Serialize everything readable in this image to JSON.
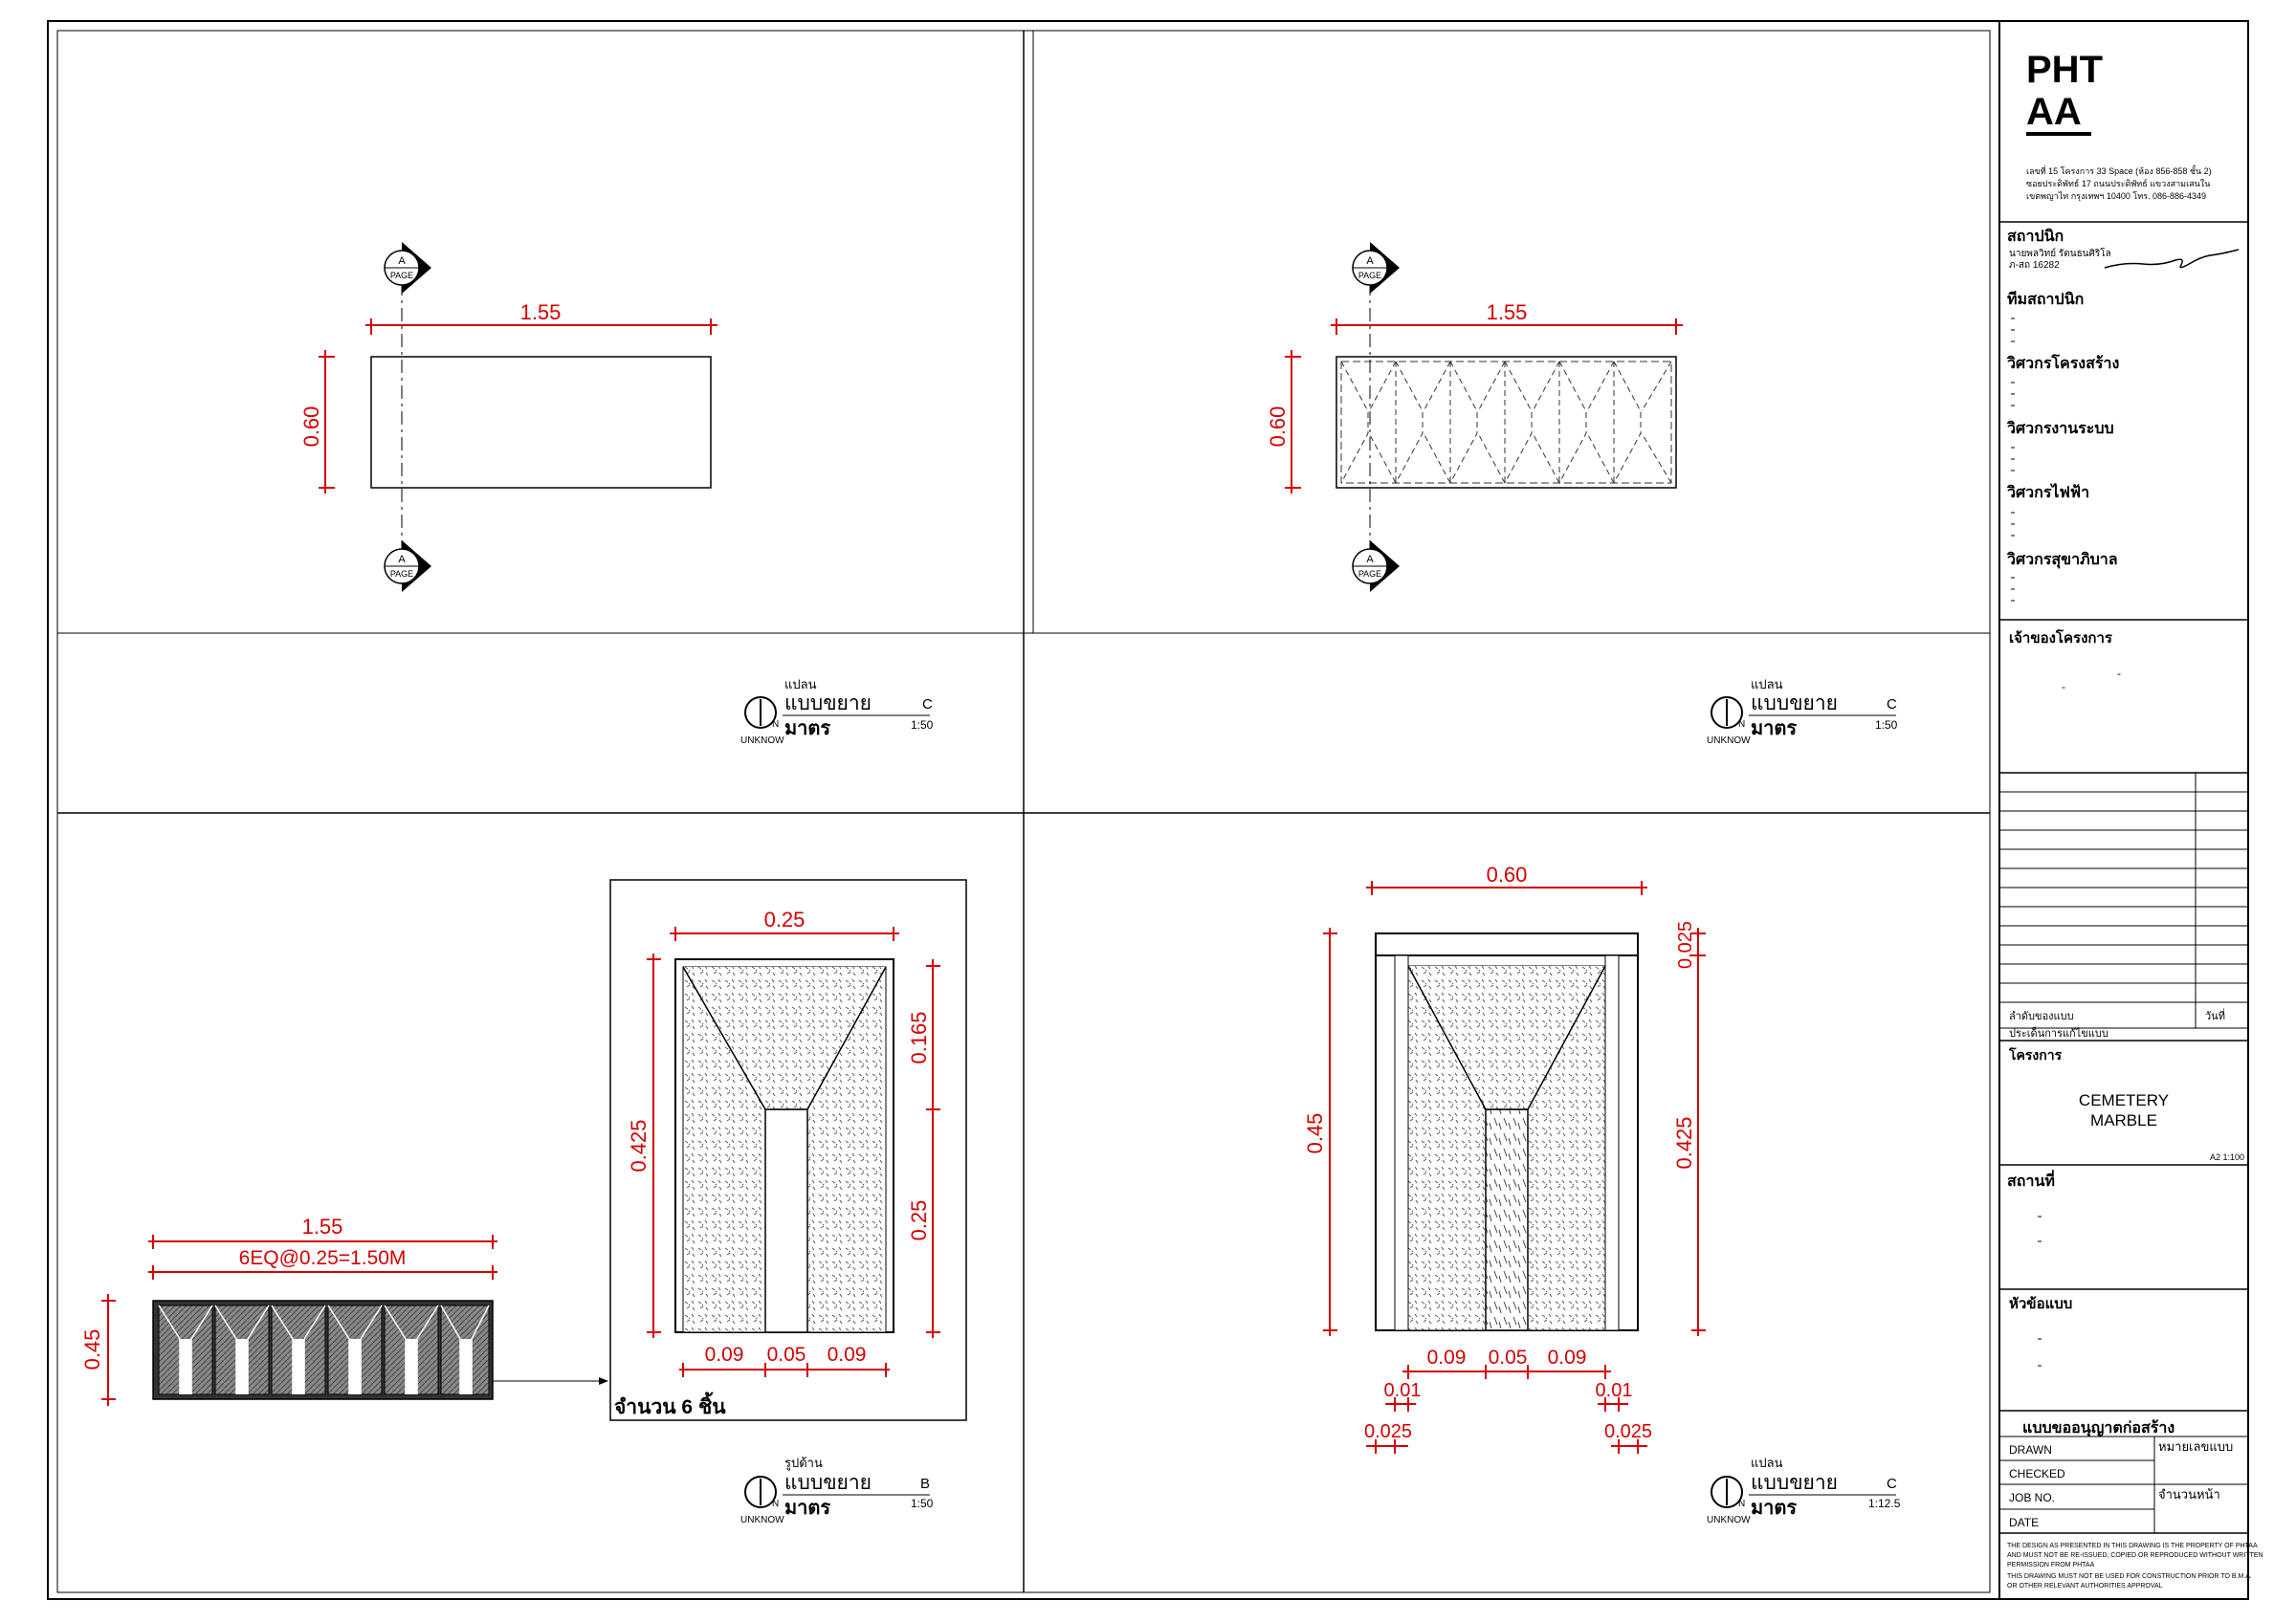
{
  "panels": {
    "plan_a": {
      "dim_width": "1.55",
      "dim_height": "0.60",
      "section_mark_letter": "A",
      "section_mark_label": "PAGE",
      "title_small": "แปลน",
      "title_main": "แบบขยาย",
      "title_id": "C",
      "title_sub": "มาตร",
      "scale": "1:50",
      "north_label": "UNKNOW",
      "north_letter": "N"
    },
    "plan_b": {
      "dim_width": "1.55",
      "dim_height": "0.60",
      "section_mark_letter": "A",
      "section_mark_label": "PAGE",
      "title_small": "แปลน",
      "title_main": "แบบขยาย",
      "title_id": "C",
      "title_sub": "มาตร",
      "scale": "1:50",
      "north_label": "UNKNOW",
      "north_letter": "N"
    },
    "elevation": {
      "dim_total": "1.55",
      "dim_spacing": "6EQ@0.25=1.50M",
      "dim_height": "0.45",
      "detail_width": "0.25",
      "detail_height": "0.425",
      "detail_upper": "0.165",
      "detail_lower": "0.25",
      "detail_b1": "0.09",
      "detail_b2": "0.05",
      "detail_b3": "0.09",
      "quantity_note": "จำนวน 6 ชิ้น",
      "title_small": "รูปด้าน",
      "title_main": "แบบขยาย",
      "title_id": "B",
      "title_sub": "มาตร",
      "scale": "1:50",
      "north_label": "UNKNOW",
      "north_letter": "N"
    },
    "section": {
      "dim_top": "0.60",
      "dim_cap": "0.025",
      "dim_left": "0.45",
      "dim_right": "0.425",
      "dim_b1": "0.09",
      "dim_b2": "0.05",
      "dim_b3": "0.09",
      "dim_small_l": "0.01",
      "dim_small_r": "0.01",
      "dim_edge_l": "0.025",
      "dim_edge_r": "0.025",
      "title_small": "แปลน",
      "title_main": "แบบขยาย",
      "title_id": "C",
      "title_sub": "มาตร",
      "scale": "1:12.5",
      "north_label": "UNKNOW",
      "north_letter": "N"
    }
  },
  "title_block": {
    "logo_line1": "PHT",
    "logo_line2": "AA",
    "address_line1": "เลขที่ 15 โครงการ 33 Space (ห้อง 856-858 ชั้น 2)",
    "address_line2": "ซอยประดิพัทธ์ 17 ถนนประดิพัทธ์ แขวงสามเสนใน",
    "address_line3": "เขตพญาไท กรุงเทพฯ 10400   โทร. 086-886-4349",
    "architect_heading": "สถาปนิก",
    "architect_name": "นายพลวิทย์ รัตนธนศิริโล",
    "architect_license": "ภ-สถ 16282",
    "team_heading": "ทีมสถาปนิก",
    "structural_heading": "วิศวกรโครงสร้าง",
    "systems_heading": "วิศวกรงานระบบ",
    "electrical_heading": "วิศวกรไฟฟ้า",
    "sanitary_heading": "วิศวกรสุขาภิบาล",
    "owner_heading": "เจ้าของโครงการ",
    "owner_dash": "-",
    "revision_label": "ลำดับของแบบ",
    "revision_date_label": "วันที่",
    "revision_desc_label": "ประเด็นการแก้ไขแบบ",
    "project_heading": "โครงการ",
    "project_name_line1": "CEMETERY",
    "project_name_line2": "MARBLE",
    "paper_scale": "A2  1:100",
    "location_heading": "สถานที่",
    "sheet_heading": "หัวข้อแบบ",
    "status_heading": "แบบขออนุญาตก่อสร้าง",
    "drawn_label": "DRAWN",
    "checked_label": "CHECKED",
    "job_label": "JOB NO.",
    "date_label": "DATE",
    "sheet_no_label": "หมายเลขแบบ",
    "page_count_label": "จำนวนหน้า",
    "disclaimer_1": "THE DESIGN AS PRESENTED IN THIS DRAWING IS THE PROPERTY OF PHTAA",
    "disclaimer_2": "AND MUST NOT BE RE-ISSUED, COPIED OR REPRODUCED WITHOUT WRITTEN",
    "disclaimer_3": "PERMISSION FROM PHTAA",
    "disclaimer_4": "THIS DRAWING MUST NOT BE USED FOR CONSTRUCTION PRIOR TO B.M.A.",
    "disclaimer_5": "OR OTHER RELEVANT AUTHORITIES APPROVAL"
  },
  "colors": {
    "dimension": "#d40000",
    "line": "#000000"
  }
}
